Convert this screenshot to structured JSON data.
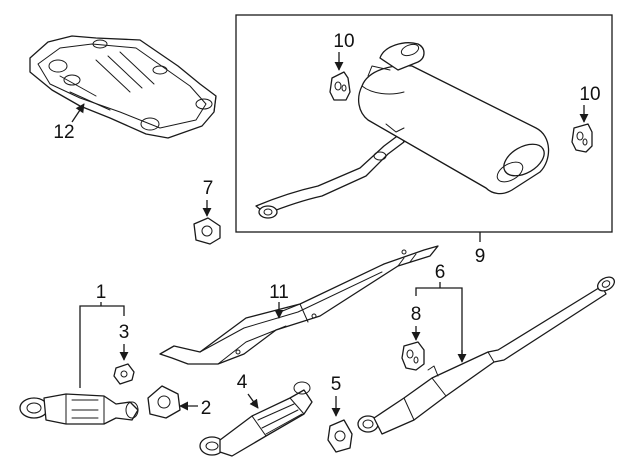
{
  "callouts": {
    "c1": "1",
    "c2": "2",
    "c3": "3",
    "c4": "4",
    "c5": "5",
    "c6": "6",
    "c7": "7",
    "c8": "8",
    "c9": "9",
    "c10a": "10",
    "c10b": "10",
    "c11": "11",
    "c12": "12"
  },
  "colors": {
    "line": "#1a1a1a",
    "background": "#ffffff"
  }
}
